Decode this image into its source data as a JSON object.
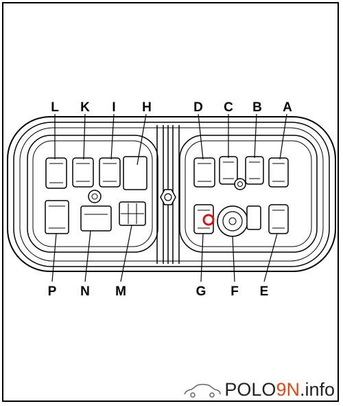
{
  "connector_labels": {
    "top": [
      {
        "id": "L",
        "label": "L"
      },
      {
        "id": "K",
        "label": "K"
      },
      {
        "id": "I",
        "label": "I"
      },
      {
        "id": "H",
        "label": "H"
      },
      {
        "id": "D",
        "label": "D"
      },
      {
        "id": "C",
        "label": "C"
      },
      {
        "id": "B",
        "label": "B"
      },
      {
        "id": "A",
        "label": "A"
      }
    ],
    "bottom": [
      {
        "id": "P",
        "label": "P"
      },
      {
        "id": "N",
        "label": "N"
      },
      {
        "id": "M",
        "label": "M"
      },
      {
        "id": "G",
        "label": "G"
      },
      {
        "id": "F",
        "label": "F"
      },
      {
        "id": "E",
        "label": "E"
      }
    ]
  },
  "highlight": {
    "color": "#e01010"
  },
  "watermark": {
    "prefix": "POLO",
    "accent": "9N",
    "suffix": ".info",
    "accent_color": "#e04a12"
  }
}
